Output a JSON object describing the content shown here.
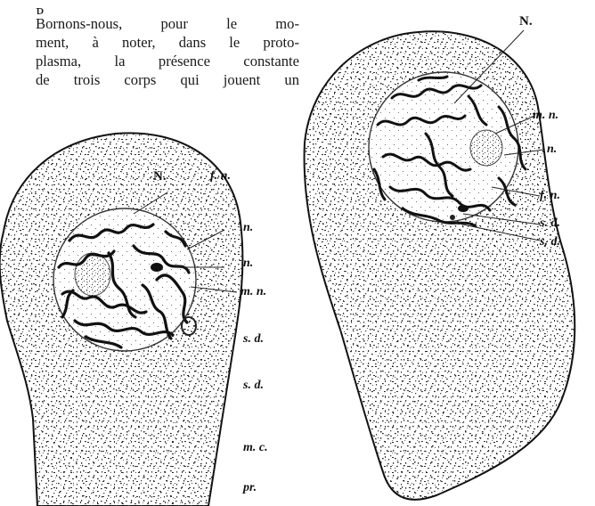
{
  "text": {
    "lines": [
      "P",
      "Bornons-nous, pour le mo-",
      "ment, à noter, dans le proto-",
      "plasma, la présence constante",
      "de trois corps qui jouent un"
    ]
  },
  "figure_left": {
    "labels": {
      "N": "N.",
      "fn": "f. n.",
      "n1": "n.",
      "n2": "n.",
      "mn": "m. n.",
      "sd1": "s. d.",
      "sd2": "s. d.",
      "mc": "m. c.",
      "pr": "pr."
    }
  },
  "figure_right": {
    "labels": {
      "N": "N.",
      "mn": "m. n.",
      "n": "n.",
      "fn": "f. n.",
      "sd1": "s. d.",
      "sd2": "s. d."
    }
  },
  "colors": {
    "ink": "#111111",
    "paper": "#ffffff"
  }
}
